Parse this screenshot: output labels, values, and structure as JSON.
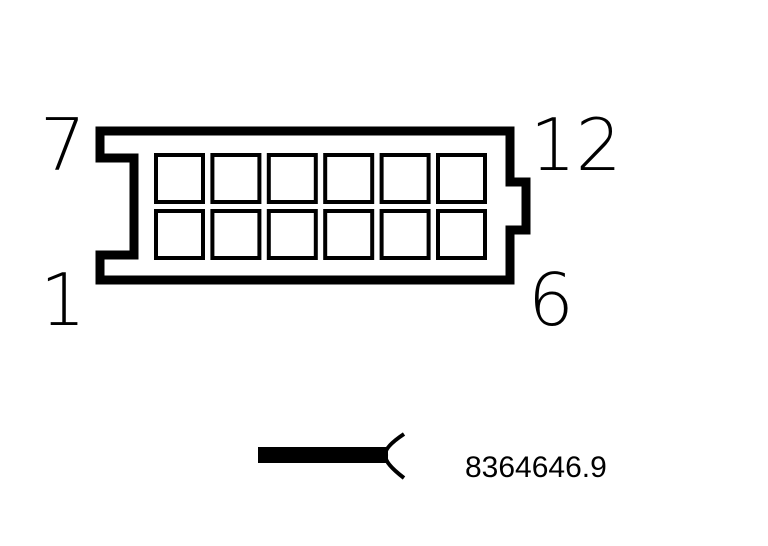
{
  "connector": {
    "rows": 2,
    "cols": 6,
    "pin_labels": {
      "top_left": "7",
      "top_right": "12",
      "bottom_left": "1",
      "bottom_right": "6"
    }
  },
  "part_number": "8364646.9",
  "colors": {
    "line": "#000000",
    "background": "#ffffff"
  }
}
